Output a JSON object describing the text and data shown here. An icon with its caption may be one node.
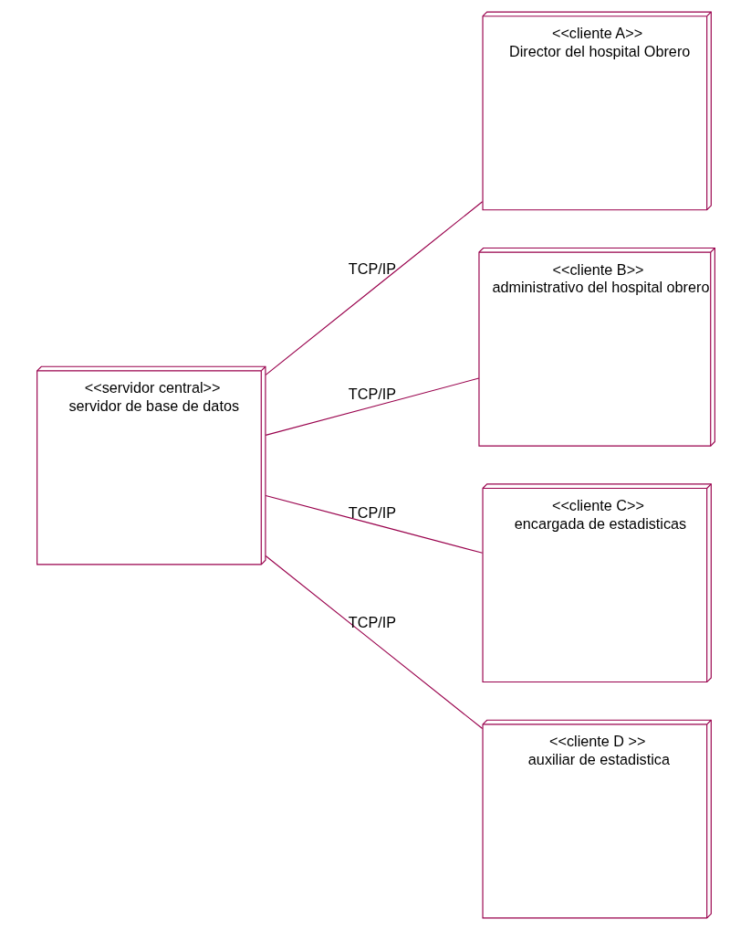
{
  "diagram": {
    "nodes": [
      {
        "text": [
          "<<servidor central>>",
          "servidor de base de datos"
        ]
      },
      {
        "text": [
          "<<cliente A>>",
          "Director del hospital Obrero"
        ]
      },
      {
        "text": [
          "<<cliente B>>",
          "administrativo del hospital obrero"
        ]
      },
      {
        "text": [
          "<<cliente C>>",
          "encargada de estadisticas"
        ]
      },
      {
        "text": [
          "<<cliente D >>",
          "auxiliar de estadistica"
        ]
      }
    ],
    "edges": [
      {
        "from": 0,
        "to": 1,
        "arrow": "none",
        "label": "TCP/IP"
      },
      {
        "from": 0,
        "to": 2,
        "arrow": "none",
        "label": "TCP/IP"
      },
      {
        "from": 0,
        "to": 3,
        "arrow": "none",
        "label": "TCP/IP"
      },
      {
        "from": 0,
        "to": 4,
        "arrow": "none",
        "label": "TCP/IP"
      }
    ]
  }
}
